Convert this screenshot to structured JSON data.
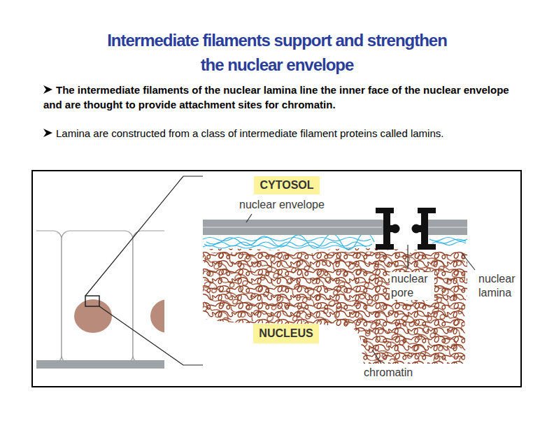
{
  "diagram": {
    "title": "Intermediate filaments support and strengthen the nuclear envelope",
    "nodes": [
      {
        "text": [
          "CYTOSOL"
        ]
      },
      {
        "text": [
          "NUCLEUS"
        ]
      }
    ],
    "labels": [
      "The intermediate filaments of the nuclear lamina line the inner face of the nuclear envelope and are thought to provide attachment sites for chromatin.",
      "Lamina are constructed from a class of intermediate filament proteins called lamins.",
      "nuclear envelope",
      "nuclear pore",
      "nuclear lamina",
      "chromatin"
    ]
  }
}
